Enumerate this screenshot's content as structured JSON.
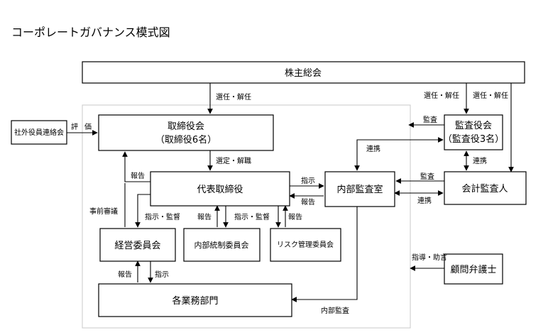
{
  "title": "コーポレートガバナンス模式図",
  "boxes": {
    "shareholders": "株主総会",
    "board_line1": "取締役会",
    "board_line2": "（取締役6名）",
    "ceo": "代表取締役",
    "audit_line1": "監査役会",
    "audit_line2": "（監査役3名）",
    "internal_audit": "内部監査室",
    "accounting_auditor": "会計監査人",
    "outside_liaison": "社外役員連絡会",
    "management_committee": "経営委員会",
    "internal_control_committee": "内部統制委員会",
    "risk_committee": "リスク管理委員会",
    "legal_advisor": "顧問弁護士",
    "departments": "各業務部門"
  },
  "labels": {
    "elect_dismiss_board": "選任・解任",
    "elect_dismiss_audit": "選任・解任",
    "elect_dismiss_accountant": "選任・解任",
    "evaluation_1": "評",
    "evaluation_2": "価",
    "audit_board": "監査",
    "audit_accountant": "監査",
    "coordination_audit": "連携",
    "coordination_auditors": "連携",
    "coordination_accountant": "連携",
    "appoint_dismiss": "選定・解職",
    "report_to_board": "報告",
    "prior_deliberation": "事前審議",
    "instruct_supervise_mgmt": "指示・監督",
    "report_ic": "報告",
    "instruct_supervise_risk": "指示・監督",
    "report_risk": "報告",
    "instruct_internal_audit": "指示",
    "report_internal_audit": "報告",
    "report_dept": "報告",
    "instruct_dept": "指示",
    "guidance_advice": "指導・助言",
    "internal_audit_dept": "内部監査"
  }
}
